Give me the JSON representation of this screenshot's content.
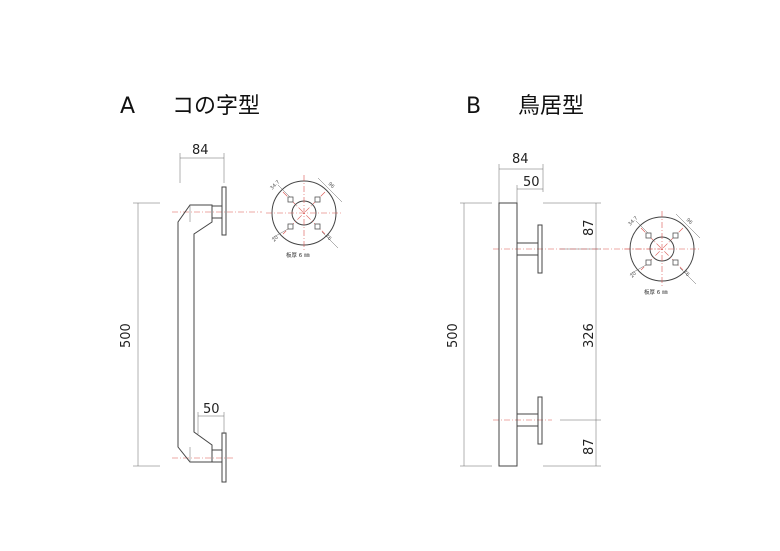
{
  "variantA": {
    "letter": "A",
    "name": "コの字型",
    "dims": {
      "width": "84",
      "height": "500",
      "leg": "50"
    },
    "plate": {
      "d1": "96",
      "d2": "76",
      "d3": "34.7",
      "d4": "20",
      "thickness": "板厚  6 ㎜"
    }
  },
  "variantB": {
    "letter": "B",
    "name": "鳥居型",
    "dims": {
      "width": "84",
      "leg": "50",
      "height": "500",
      "top": "87",
      "middle": "326",
      "bottom": "87"
    },
    "plate": {
      "d1": "96",
      "d2": "76",
      "d3": "34.7",
      "d4": "20",
      "thickness": "板厚  6 ㎜"
    }
  }
}
